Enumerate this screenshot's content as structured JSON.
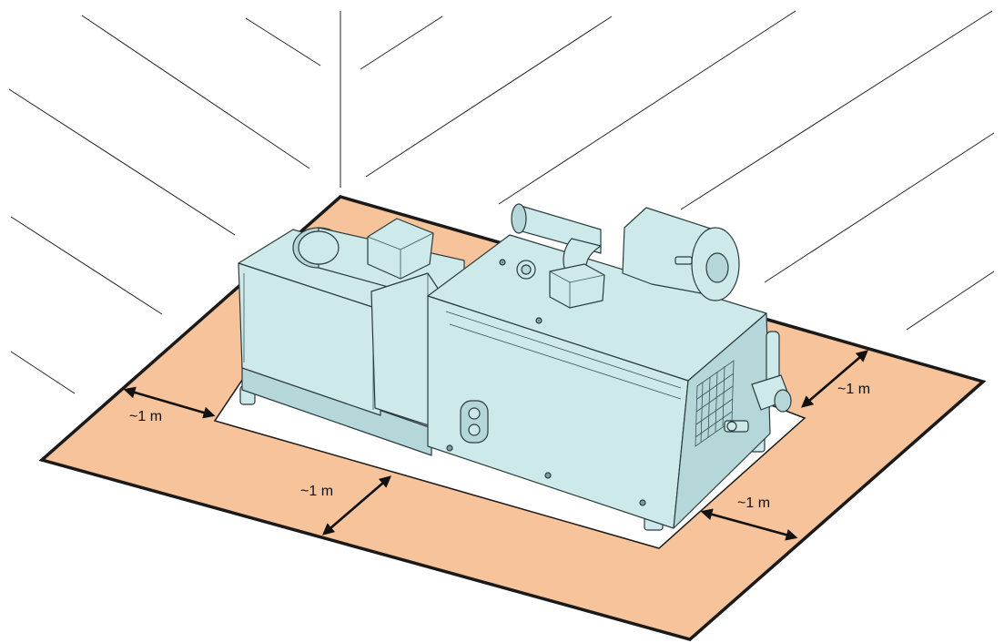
{
  "colors": {
    "clearance_zone": "#f7c39a",
    "footprint": "#ffffff",
    "machine_body": "#cde9ea",
    "machine_shadow": "#b5d7d9",
    "outline": "#1a1a1a"
  },
  "clearances": [
    {
      "id": "left",
      "label": "~1 m"
    },
    {
      "id": "front",
      "label": "~1 m"
    },
    {
      "id": "front-right",
      "label": "~1 m"
    },
    {
      "id": "right",
      "label": "~1 m"
    }
  ]
}
